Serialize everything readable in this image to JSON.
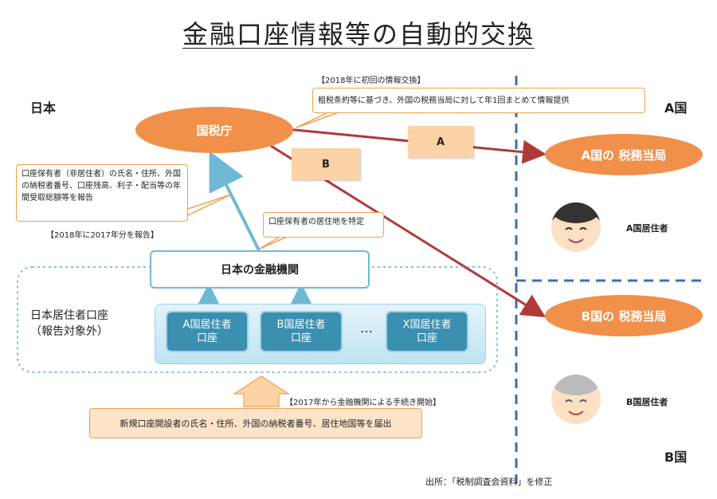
{
  "title": "金融口座情報等の自動的交換",
  "labels": {
    "japan": "日本",
    "country_a": "A国",
    "country_b": "B国",
    "domestic_accounts": "日本居住者口座\n（報告対象外）",
    "ellipsis": "…",
    "source": "出所：「税制調査会資料」を修正"
  },
  "nodes": {
    "nta": "国税庁",
    "financial_institution": "日本の金融機関",
    "a_tax_authority": "A国の 税務当局",
    "b_tax_authority": "B国の 税務当局",
    "a_resident_account": "A国居住者\n口座",
    "b_resident_account": "B国居住者\n口座",
    "x_resident_account": "X国居住者\n口座",
    "a_resident": "A国居住者",
    "b_resident": "B国居住者",
    "envelope_a": "A",
    "envelope_b": "B"
  },
  "notes": {
    "exchange_start": "【2018年に初回の情報交換】",
    "treaty": "租税条約等に基づき、外国の税務当局に対して年1回まとめて情報提供",
    "report_contents": "口座保有者（非居住者）の氏名・住所、外国の納税者番号、口座残高、利子・配当等の年間受取総額等を報告",
    "report_2018": "【2018年に2017年分を報告】",
    "identify_residence": "口座保有者の居住地を特定",
    "procedure_start": "【2017年から金融機関による手続き開始】",
    "new_account": "新規口座開設者の氏名・住所、外国の納税者番号、居住地国等を届出"
  },
  "colors": {
    "orange": "#f0904a",
    "red_arrow": "#b03a3a",
    "blue_arrow": "#6fb8d6",
    "account_blue": "#3b8fb0",
    "divider": "#3a6fb0"
  }
}
